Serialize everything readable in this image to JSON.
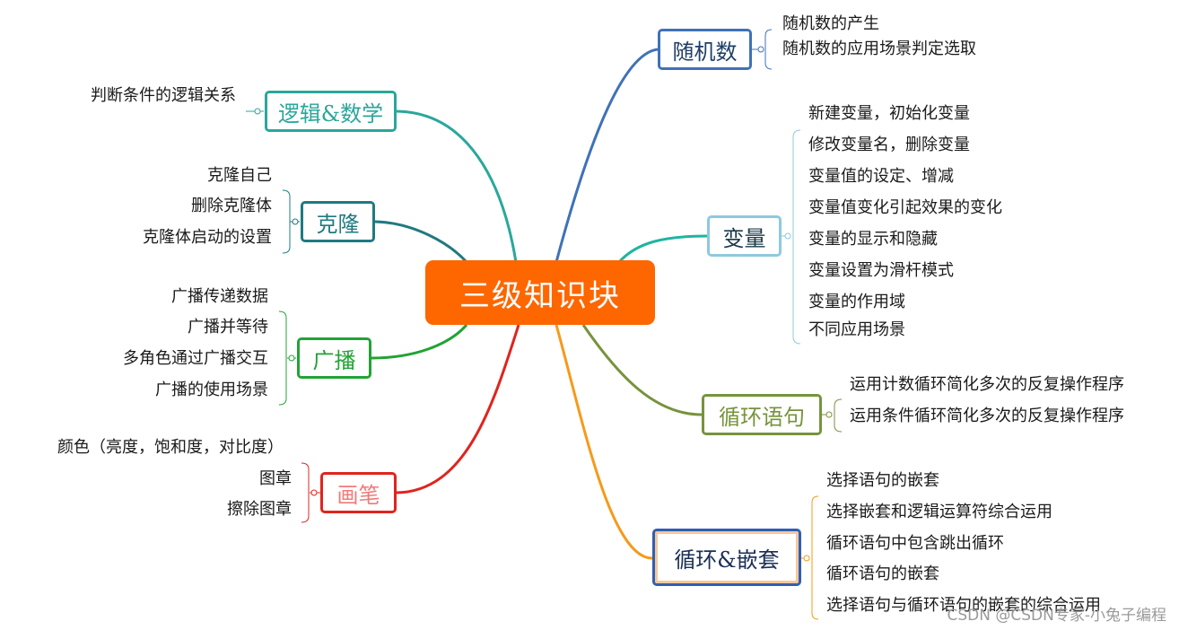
{
  "center": {
    "label": "三级知识块",
    "color": "#fe6600"
  },
  "branches": {
    "suiji": {
      "label": "随机数",
      "color": "#3f72b8",
      "items": [
        "随机数的产生",
        "随机数的应用场景判定选取"
      ]
    },
    "luoji": {
      "label": "逻辑&数学",
      "color": "#2aa79b",
      "items": [
        "判断条件的逻辑关系"
      ]
    },
    "kelong": {
      "label": "克隆",
      "color": "#207a80",
      "items": [
        "克隆自己",
        "删除克隆体",
        "克隆体启动的设置"
      ]
    },
    "guangbo": {
      "label": "广播",
      "color": "#21a334",
      "items": [
        "广播传递数据",
        "广播并等待",
        "多角色通过广播交互",
        "广播的使用场景"
      ]
    },
    "huabi": {
      "label": "画笔",
      "color": "#e0241d",
      "items": [
        "颜色（亮度，饱和度，对比度）",
        "图章",
        "擦除图章"
      ]
    },
    "bianliang": {
      "label": "变量",
      "color": "#8ec9dd",
      "items": [
        "新建变量，初始化变量",
        "修改变量名，删除变量",
        "变量值的设定、增减",
        "变量值变化引起效果的变化",
        "变量的显示和隐藏",
        "变量设置为滑杆模式",
        "变量的作用域",
        "不同应用场景"
      ]
    },
    "xunhuan": {
      "label": "循环语句",
      "color": "#77933c",
      "items": [
        "运用计数循环简化多次的反复操作程序",
        "运用条件循环简化多次的反复操作程序"
      ]
    },
    "qiantao": {
      "label": "循环&嵌套",
      "color": "#2f5fb3",
      "items": [
        "选择语句的嵌套",
        "选择嵌套和逻辑运算符综合运用",
        "循环语句中包含跳出循环",
        "循环语句的嵌套",
        "选择语句与循环语句的嵌套的综合运用"
      ]
    }
  },
  "watermark": "CSDN @CSDN专家-小兔子编程"
}
